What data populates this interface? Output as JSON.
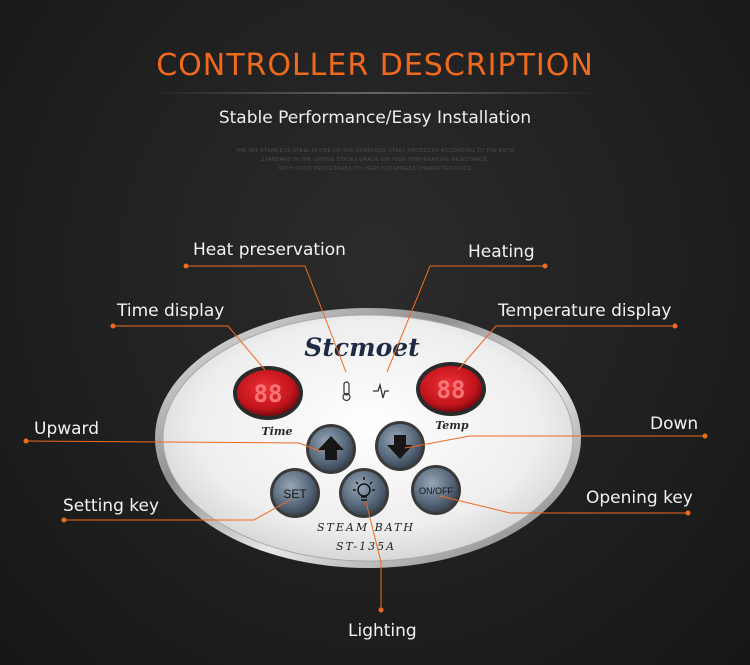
{
  "header": {
    "title": "CONTROLLER DESCRIPTION",
    "subtitle": "Stable Performance/Easy Installation",
    "fine_print": [
      "THE 304 STAINLESS STEEL IS ONE OF THE STAINLESS STEEL PRODUCED ACCORDING TO THE ASTM",
      "STANDARD IN THE UNITED STATES GRADE 800 HIGH TEMPERATURE RESISTANCE,",
      "WITH GOOD PROCESSABILITY, HIGH TOUGHNESS CHARACTERISTICS"
    ]
  },
  "labels": {
    "heat_preservation": "Heat preservation",
    "heating": "Heating",
    "time_display": "Time display",
    "temperature_display": "Temperature display",
    "upward": "Upward",
    "down": "Down",
    "setting_key": "Setting key",
    "opening_key": "Opening key",
    "lighting": "Lighting"
  },
  "panel": {
    "brand": "Stcmoet",
    "time_label": "Time",
    "temp_label": "Temp",
    "time_digits": "88",
    "temp_digits": "88",
    "set_button": "SET",
    "onoff_button": "ON/OFF",
    "model_line1": "STEAM BATH",
    "model_line2": "ST-135A"
  },
  "colors": {
    "accent": "#f06a1e",
    "display_red": "#d11a22",
    "button_blue": "#5b6c80"
  }
}
